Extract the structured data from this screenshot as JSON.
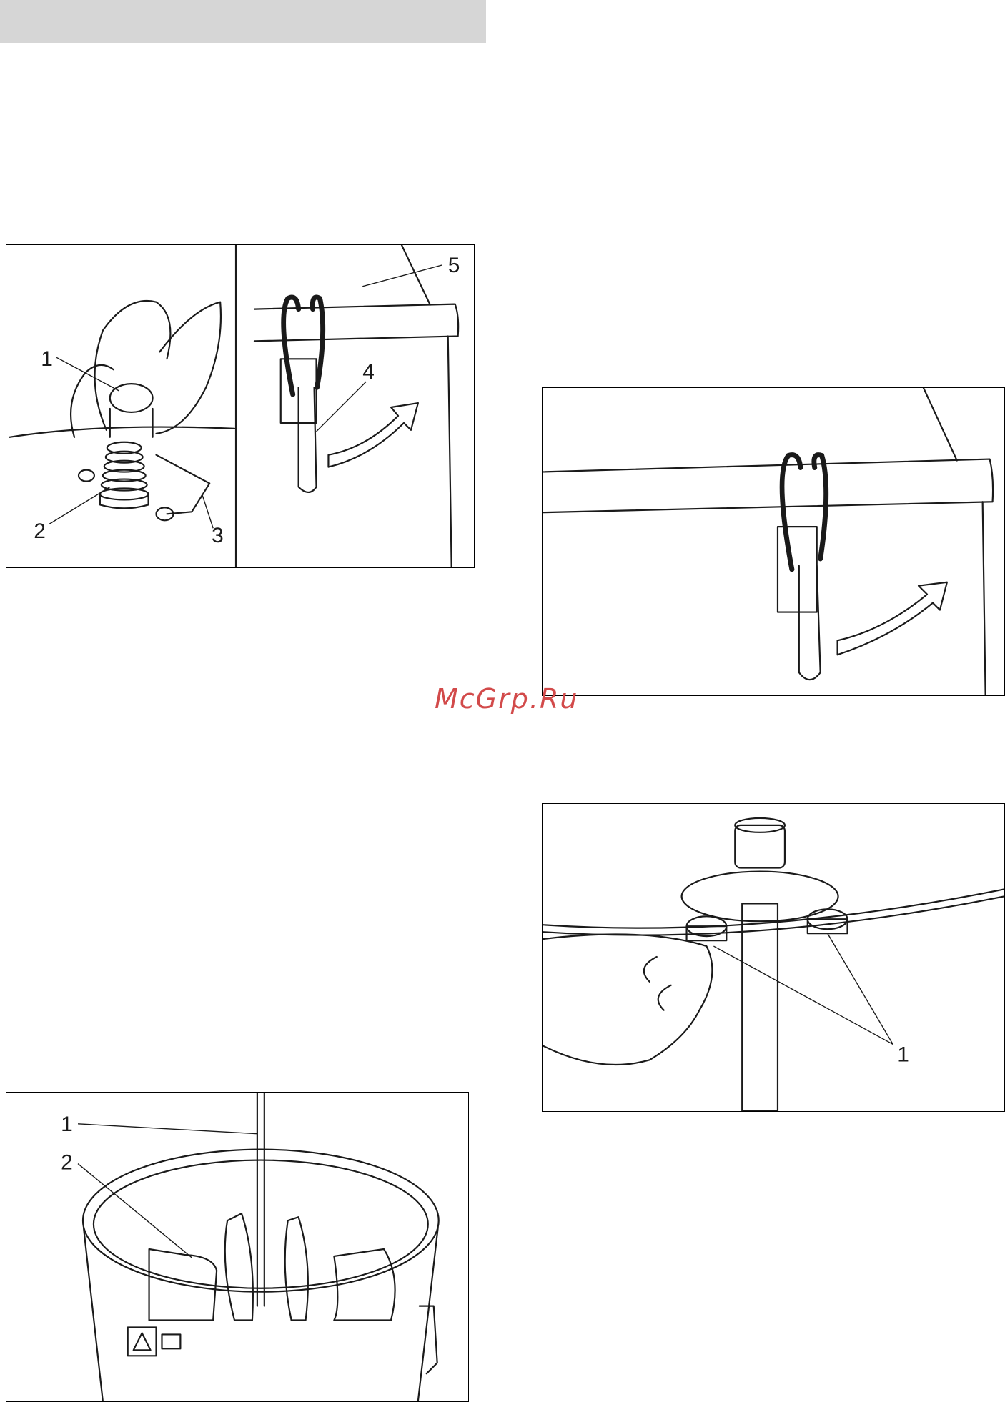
{
  "watermark": "McGrp.Ru",
  "figures": {
    "fig_top_left_a": {
      "labels": [
        "1",
        "2",
        "3"
      ]
    },
    "fig_top_left_b": {
      "labels": [
        "5",
        "4"
      ]
    },
    "fig_right_latch": {
      "labels": []
    },
    "fig_right_filter": {
      "labels": [
        "1"
      ]
    },
    "fig_bottom_left": {
      "labels": [
        "1",
        "2"
      ]
    }
  },
  "colors": {
    "header_bar": "#d6d6d6",
    "watermark": "#d24a4a"
  }
}
